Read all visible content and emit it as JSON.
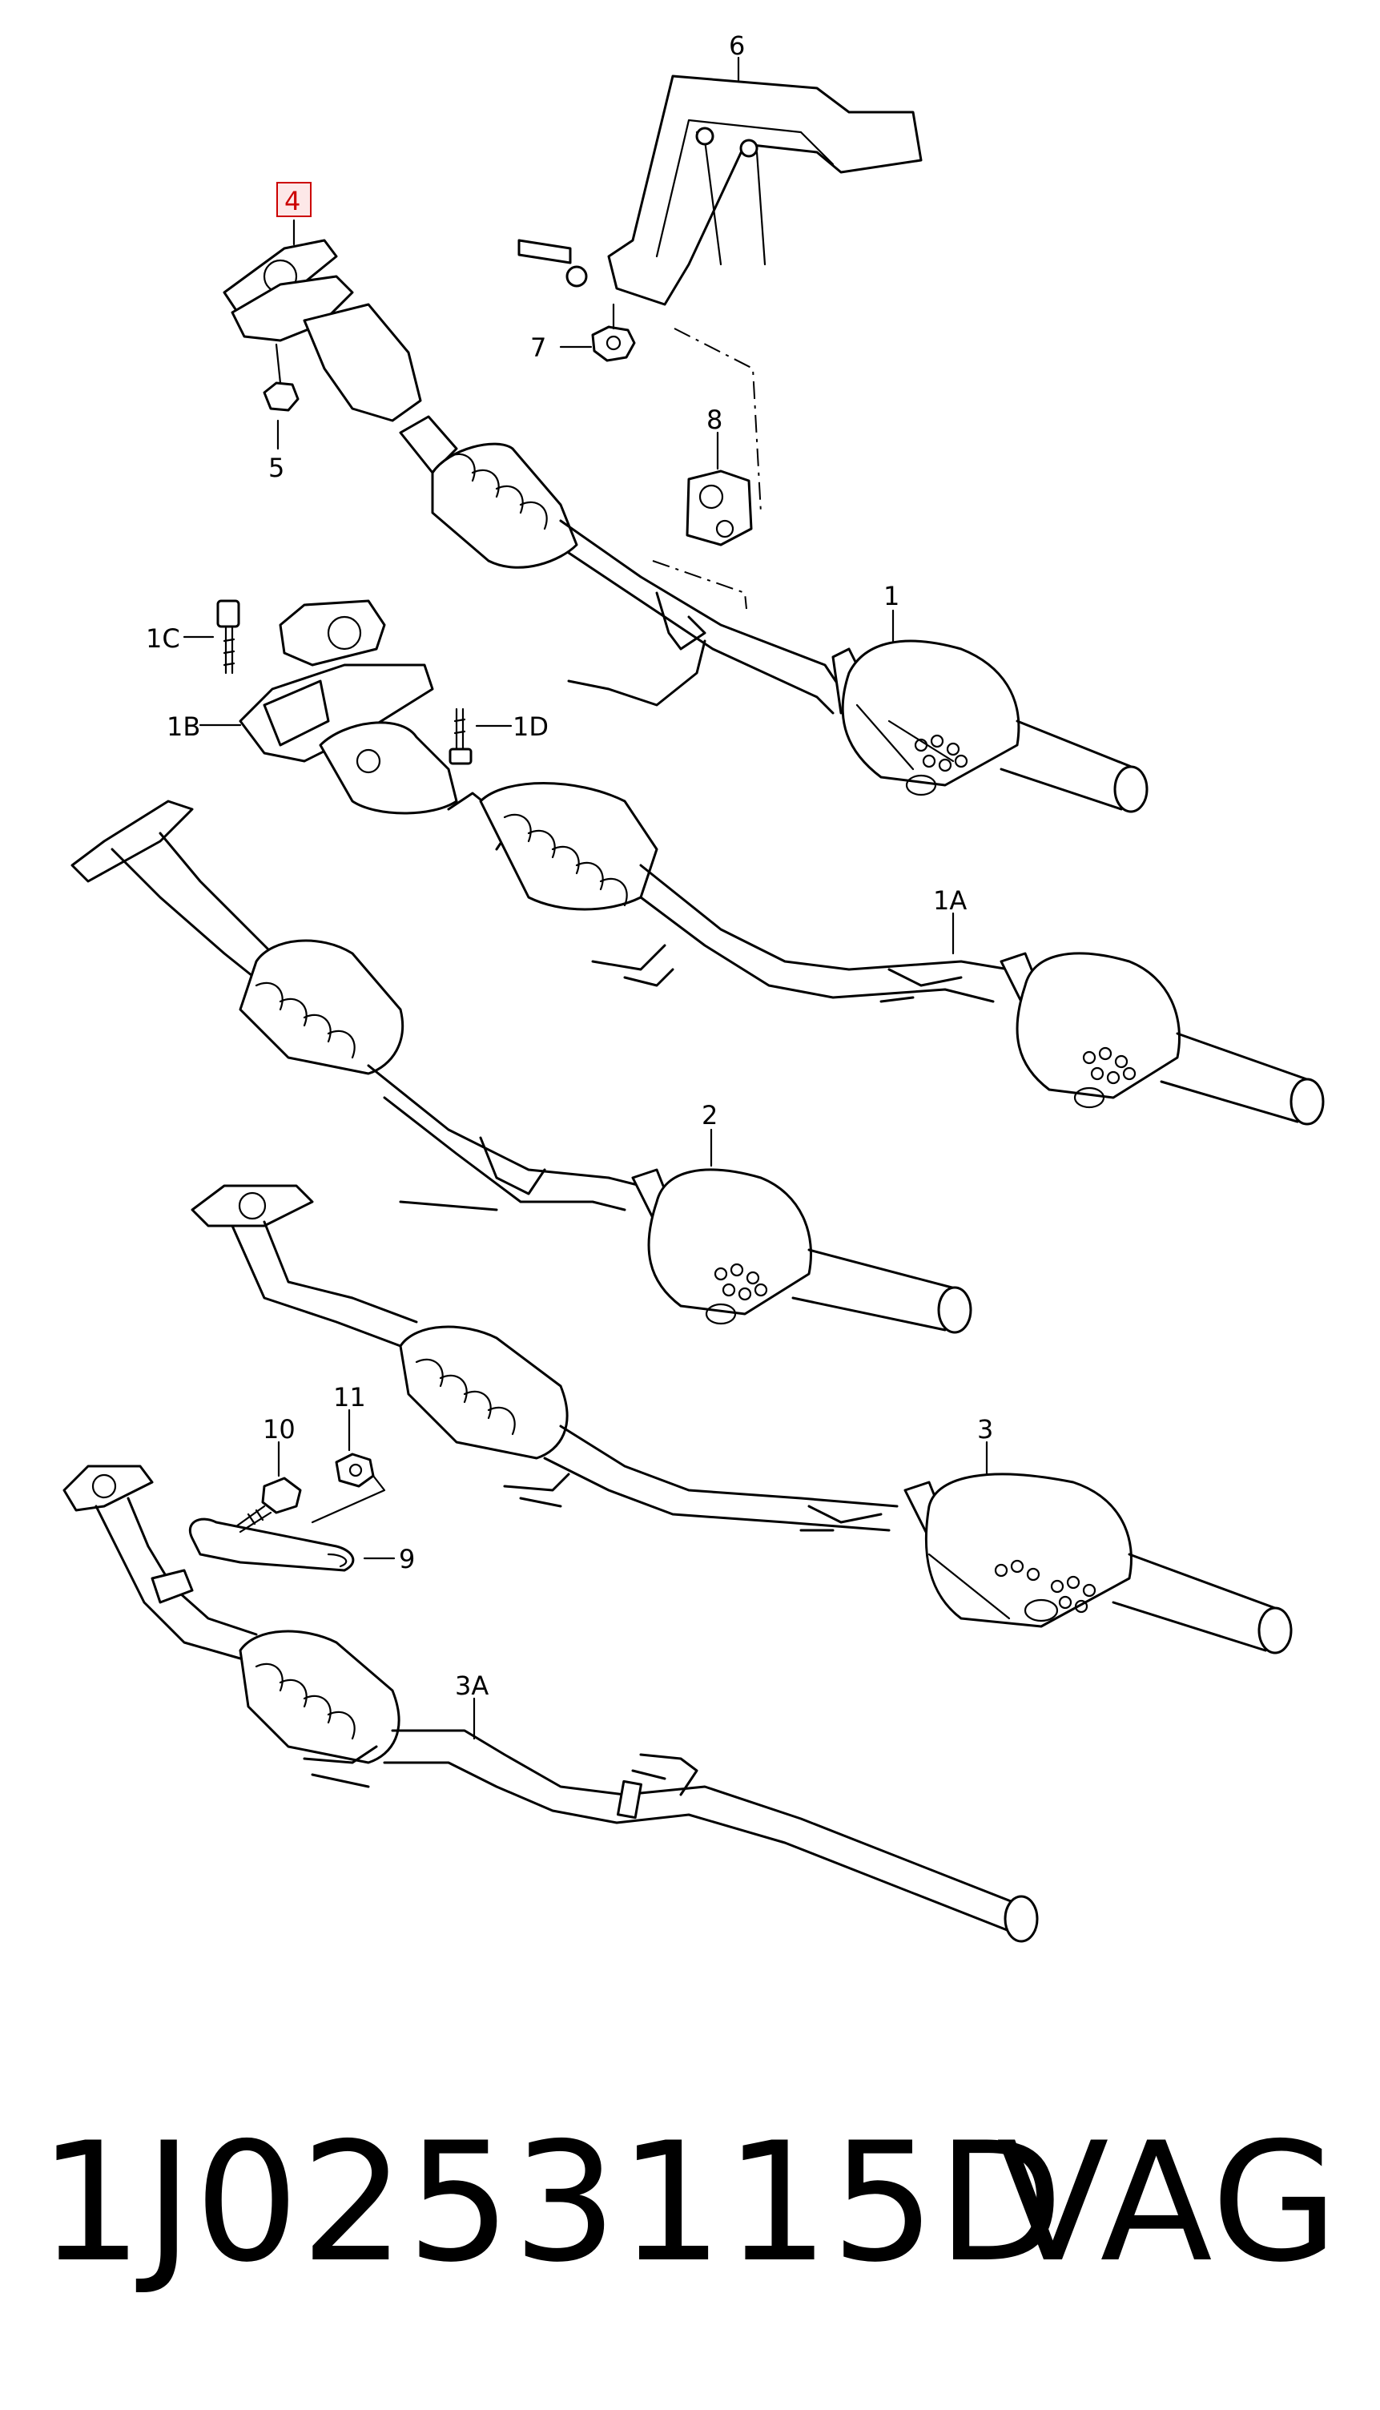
{
  "labels": {
    "l6": "6",
    "l4": "4",
    "l7": "7",
    "l5": "5",
    "l8": "8",
    "l1": "1",
    "l1C": "1C",
    "l1B": "1B",
    "l1D": "1D",
    "l1A": "1A",
    "l2": "2",
    "l3": "3",
    "l10": "10",
    "l11": "11",
    "l9": "9",
    "l3A": "3A"
  },
  "highlight_color": "#cc0000",
  "footer": {
    "part_number": "1J0253115D",
    "brand": "VAG"
  }
}
